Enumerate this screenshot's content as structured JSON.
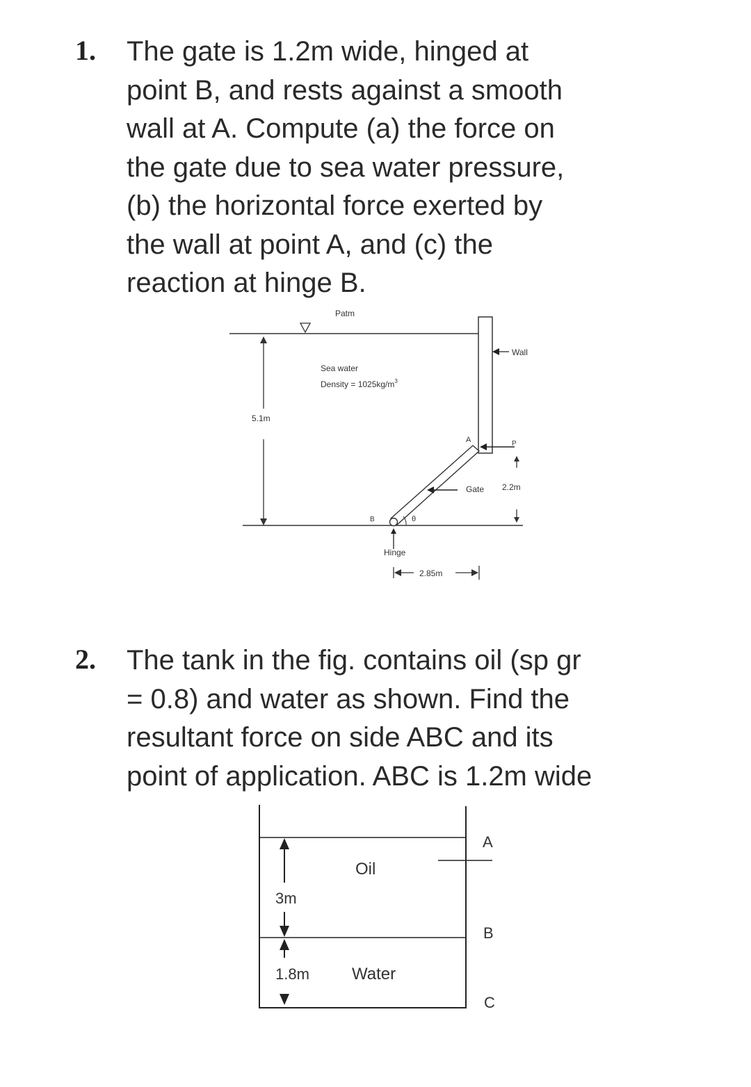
{
  "problem1": {
    "number": "1.",
    "lines": [
      "The gate is 1.2m wide, hinged at",
      "point B, and rests against a smooth",
      "wall at A. Compute (a) the force on",
      "the gate due to sea water pressure,",
      "(b) the horizontal force exerted by",
      "the wall at point A, and (c) the",
      "reaction at hinge B."
    ],
    "figure": {
      "patm": "Patm",
      "fluid_name": "Sea water",
      "density": "Density = 1025kg/m",
      "density_sup": "3",
      "depth": "5.1m",
      "wall": "Wall",
      "point_a": "A",
      "point_p": "P",
      "gate": "Gate",
      "height": "2.2m",
      "point_b": "B",
      "theta": "θ",
      "hinge": "Hinge",
      "horizontal": "2.85m"
    }
  },
  "problem2": {
    "number": "2.",
    "lines": [
      "The tank in the fig. contains oil (sp gr",
      "= 0.8) and water as shown. Find the",
      "resultant force on side ABC and its",
      "point of application. ABC is 1.2m wide"
    ],
    "figure": {
      "oil": "Oil",
      "water": "Water",
      "oil_depth": "3m",
      "water_depth": "1.8m",
      "point_a": "A",
      "point_b": "B",
      "point_c": "C"
    }
  }
}
